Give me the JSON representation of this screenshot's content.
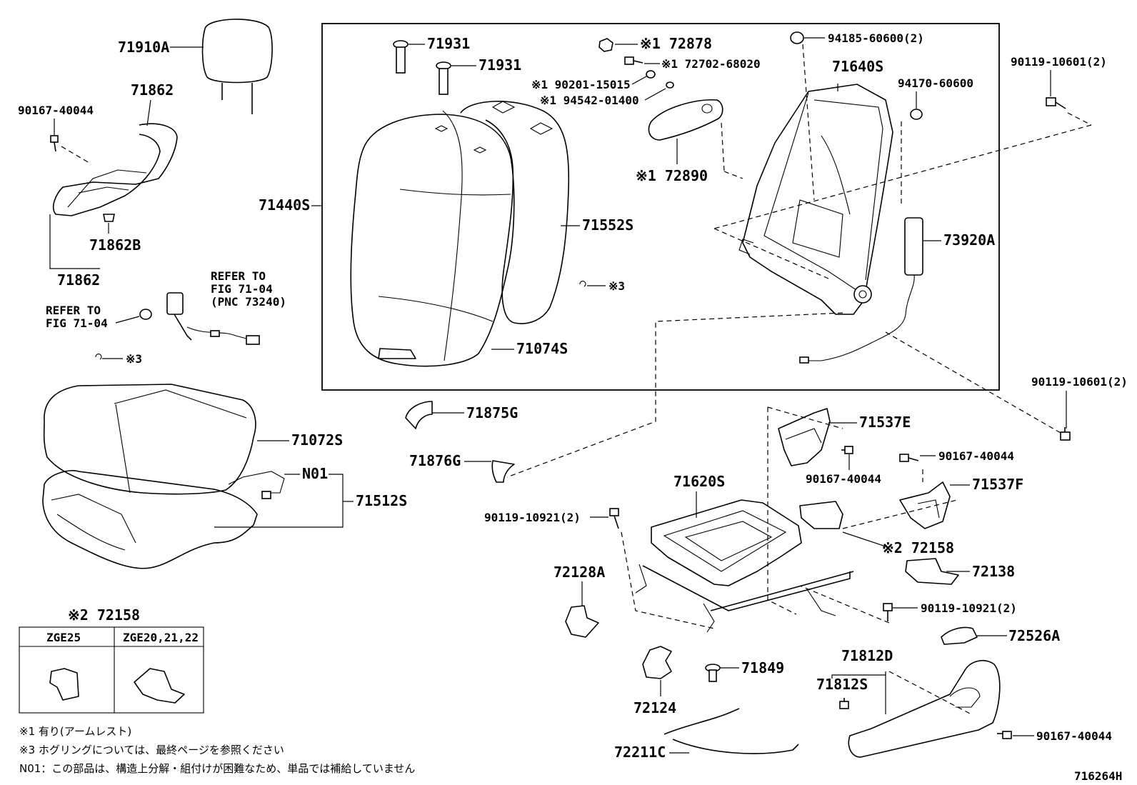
{
  "labels": {
    "p71910A": "71910A",
    "p71862_top": "71862",
    "p90167_40044_tl": "90167-40044",
    "p71862B": "71862B",
    "p71862_bottom": "71862",
    "refer1_l1": "REFER TO",
    "refer1_l2": "FIG 71-04",
    "refer1_l3": "(PNC 73240)",
    "refer2_l1": "REFER TO",
    "refer2_l2": "FIG 71-04",
    "note3_a": "※3",
    "p71440S": "71440S",
    "p71931_a": "71931",
    "p71931_b": "71931",
    "p72878": "※1 72878",
    "p72702": "※1 72702-68020",
    "p90201": "※1 90201-15015",
    "p94542": "※1 94542-01400",
    "p72890": "※1 72890",
    "p71552S": "71552S",
    "note3_b": "※3",
    "p71074S": "71074S",
    "p94185": "94185-60600(2)",
    "p71640S": "71640S",
    "p94170": "94170-60600",
    "p73920A": "73920A",
    "p90119_10601_top": "90119-10601(2)",
    "p90119_10601_mid": "90119-10601(2)",
    "p71072S": "71072S",
    "pN01": "N01",
    "p71512S": "71512S",
    "p71875G": "71875G",
    "p71876G": "71876G",
    "p71537E": "71537E",
    "p90167_40044_m1": "90167-40044",
    "p90167_40044_m2": "90167-40044",
    "p71537F": "71537F",
    "p71620S": "71620S",
    "p90119_10921_l": "90119-10921(2)",
    "p72158_r": "※2 72158",
    "p72138": "72138",
    "p72128A": "72128A",
    "p90119_10921_r": "90119-10921(2)",
    "p72526A": "72526A",
    "p71812D": "71812D",
    "p71812S": "71812S",
    "p71849": "71849",
    "p72124": "72124",
    "p72211C": "72211C",
    "p90167_40044_br": "90167-40044",
    "diagram_id": "716264H"
  },
  "variant_table": {
    "title": "※2 72158",
    "columns": [
      "ZGE25",
      "ZGE20,21,22"
    ]
  },
  "footnotes": [
    "※1  有り(アームレスト)",
    "※3  ホグリングについては、最終ページを参照ください",
    "N01：この部品は、構造上分解・組付けが困難なため、単品では補給していません"
  ]
}
